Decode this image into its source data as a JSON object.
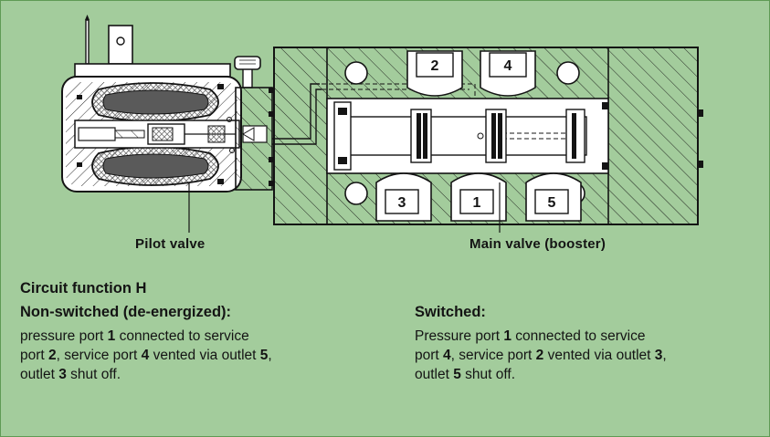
{
  "labels": {
    "pilot_valve": "Pilot valve",
    "main_valve": "Main valve (booster)"
  },
  "ports": {
    "p2": "2",
    "p4": "4",
    "p3": "3",
    "p1": "1",
    "p5": "5"
  },
  "circuit": {
    "title": "Circuit function H",
    "non_switched": {
      "heading": "Non-switched (de-energized):",
      "l1a": "pressure port ",
      "l1b": "1",
      "l1c": " connected to service",
      "l2a": "port ",
      "l2b": "2",
      "l2c": ", service port ",
      "l2d": "4",
      "l2e": " vented via outlet ",
      "l2f": "5",
      "l2g": ",",
      "l3a": "outlet ",
      "l3b": "3",
      "l3c": " shut off."
    },
    "switched": {
      "heading": "Switched:",
      "l1a": "Pressure port ",
      "l1b": "1",
      "l1c": " connected to service",
      "l2a": "port ",
      "l2b": "4",
      "l2c": ", service port ",
      "l2d": "2",
      "l2e": " vented via outlet ",
      "l2f": "3",
      "l2g": ",",
      "l3a": "outlet ",
      "l3b": "5",
      "l3c": " shut off."
    }
  },
  "colors": {
    "background": "#a3cc9c",
    "line": "#141414",
    "part_fill": "#ffffff",
    "cross_hatch": "#9a9a9a"
  }
}
